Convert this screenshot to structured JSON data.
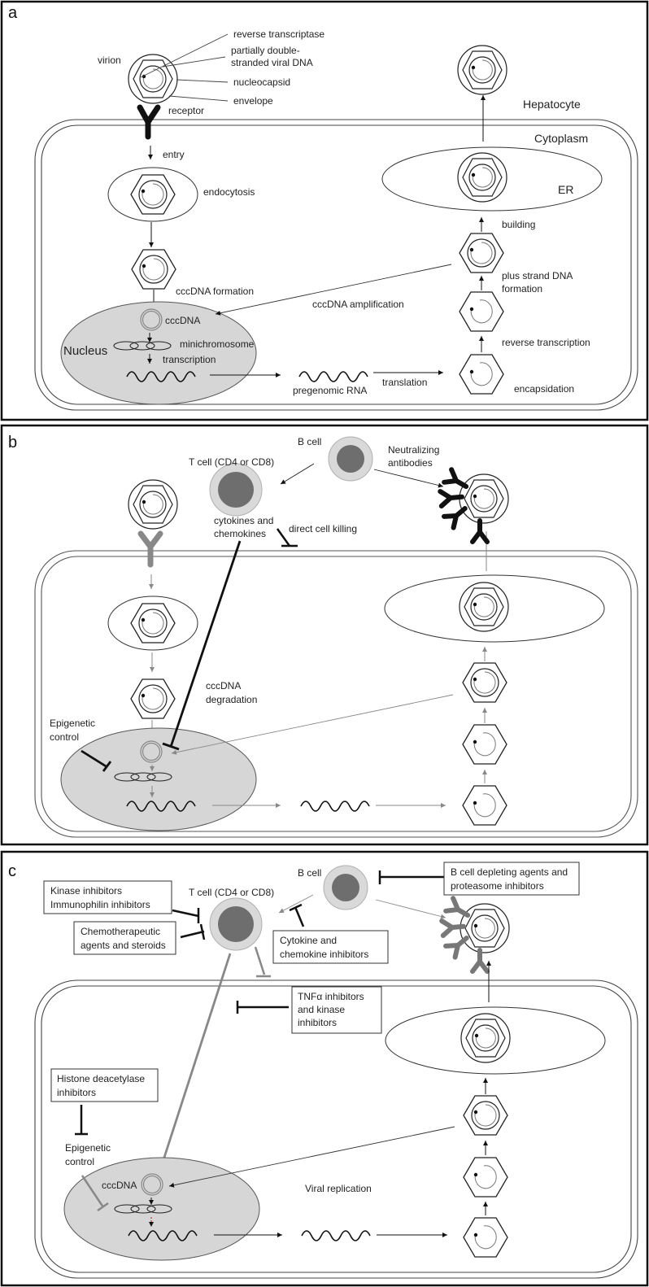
{
  "figure": {
    "panels": [
      {
        "letter": "a",
        "labels": {
          "virion": "virion",
          "reverse_transcriptase": "reverse transcriptase",
          "partially_ds_1": "partially double-",
          "partially_ds_2": "stranded viral DNA",
          "nucleocapsid": "nucleocapsid",
          "envelope": "envelope",
          "receptor": "receptor",
          "hepatocyte": "Hepatocyte",
          "cytoplasm": "Cytoplasm",
          "entry": "entry",
          "endocytosis": "endocytosis",
          "er": "ER",
          "building": "building",
          "plus_strand_1": "plus strand DNA",
          "plus_strand_2": "formation",
          "cccdna_formation": "cccDNA formation",
          "cccdna_amplification": "cccDNA amplification",
          "cccdna": "cccDNA",
          "nucleus": "Nucleus",
          "minichromosome": "minichromosome",
          "transcription": "transcription",
          "reverse_transcription": "reverse transcription",
          "pregenomic_rna": "pregenomic RNA",
          "translation": "translation",
          "encapsidation": "encapsidation"
        }
      },
      {
        "letter": "b",
        "labels": {
          "b_cell": "B cell",
          "t_cell": "T cell (CD4 or CD8)",
          "neutralizing_1": "Neutralizing",
          "neutralizing_2": "antibodies",
          "cytokines_1": "cytokines and",
          "cytokines_2": "chemokines",
          "direct_killing": "direct cell killing",
          "cccdna_deg_1": "cccDNA",
          "cccdna_deg_2": "degradation",
          "epigenetic_1": "Epigenetic",
          "epigenetic_2": "control"
        }
      },
      {
        "letter": "c",
        "labels": {
          "b_cell": "B cell",
          "t_cell": "T cell (CD4 or CD8)",
          "epigenetic_1": "Epigenetic",
          "epigenetic_2": "control",
          "cccdna": "cccDNA",
          "viral_replication": "Viral replication"
        },
        "boxes": {
          "kinase": [
            "Kinase inhibitors",
            "Immunophilin inhibitors"
          ],
          "chemo": [
            "Chemotherapeutic",
            "agents and steroids"
          ],
          "cytokine": [
            "Cytokine and",
            "chemokine inhibitors"
          ],
          "bcell_deplete": [
            "B cell depleting agents and",
            "proteasome inhibitors"
          ],
          "tnf": [
            "TNFα inhibitors",
            "and kinase",
            "inhibitors"
          ],
          "hdac": [
            "Histone deacetylase",
            "inhibitors"
          ]
        }
      }
    ]
  }
}
